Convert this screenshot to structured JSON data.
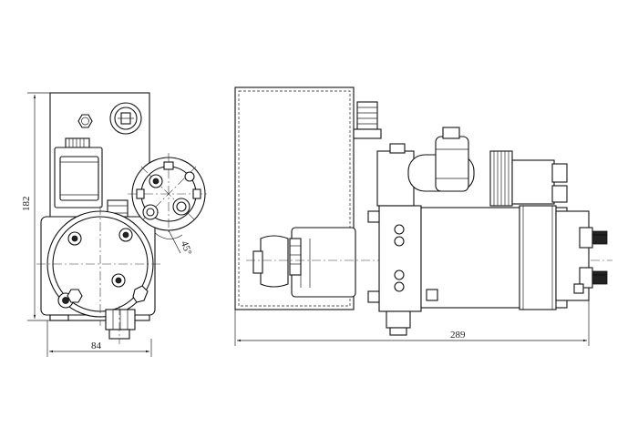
{
  "dimensions": {
    "height_left": "182",
    "width_left": "84",
    "length_total": "289",
    "angle": "45°"
  },
  "colors": {
    "line": "#111111",
    "background": "#ffffff"
  }
}
